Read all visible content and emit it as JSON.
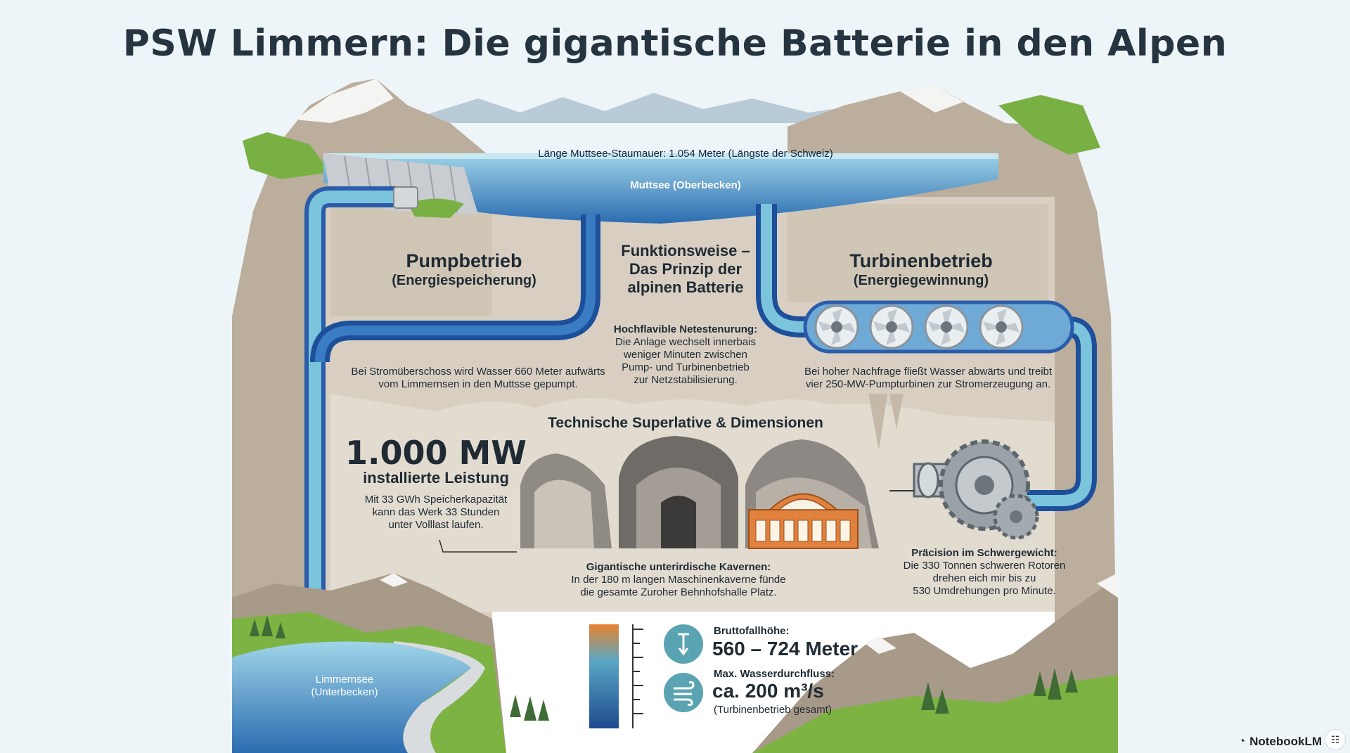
{
  "title": "PSW Limmern: Die gigantische Batterie in den Alpen",
  "dam_length_label": "Länge Muttsee-Staumauer: 1.054 Meter (Längste der Schweiz)",
  "upper_reservoir": "Muttsee (Oberbecken)",
  "pump": {
    "heading": "Pumpbetrieb",
    "sub": "(Energiespeicherung)",
    "desc_line1": "Bei Stromüberschoss wird Wasser 660 Meter aufwärts",
    "desc_line2": "vom Limmernsen in den Muttsse gepumpt."
  },
  "principle": {
    "line1": "Funktionsweise –",
    "line2": "Das Prinzip der",
    "line3": "alpinen Batterie",
    "flex_title": "Hochflavible Netestenurung:",
    "flex_line1": "Die Anlage wechselt innerbais",
    "flex_line2": "weniger Minuten zwischen",
    "flex_line3": "Pump- und Turbinenbetrieb",
    "flex_line4": "zur Netzstabilisierung."
  },
  "turbine": {
    "heading": "Turbinenbetrieb",
    "sub": "(Energiegewinnung)",
    "desc_line1": "Bei hoher Nachfrage fließt Wasser abwärts und treibt",
    "desc_line2": "vier 250-MW-Pumpturbinen zur Stromerzeugung an."
  },
  "superlatives_title": "Technische Superlative & Dimensionen",
  "power": {
    "value": "1.000 MW",
    "label": "installierte Leistung",
    "note_line1": "Mit 33 GWh Speicherkapazität",
    "note_line2": "kann das Werk 33 Stunden",
    "note_line3": "unter Volllast laufen."
  },
  "cavern": {
    "title": "Gigantische unterirdische Kavernen:",
    "line1": "In der 180 m langen Maschinenkaverne fünde",
    "line2": "die gesamte Zuroher Behnhofshalle Platz."
  },
  "precision": {
    "title": "Präcision im Schwergewicht:",
    "line1": "Die 330 Tonnen schweren Rotoren",
    "line2": "drehen eich mir bis zu",
    "line3": "530 Umdrehungen pro Minute."
  },
  "stats": {
    "head_label": "Bruttofallhöhe:",
    "head_value": "560 – 724 Meter",
    "flow_label": "Max. Wasserdurchfluss:",
    "flow_value": "ca. 200 m³/s",
    "flow_note": "(Turbinenbetrieb gesamt)"
  },
  "lower_reservoir_line1": "Limmernsee",
  "lower_reservoir_line2": "(Unterbecken)",
  "brand": "NotebookLM",
  "colors": {
    "water_dark": "#1f5fa6",
    "water_light": "#7cc3dc",
    "rock": "#cbbfae",
    "grass": "#7cb342",
    "building": "#e0823d"
  }
}
